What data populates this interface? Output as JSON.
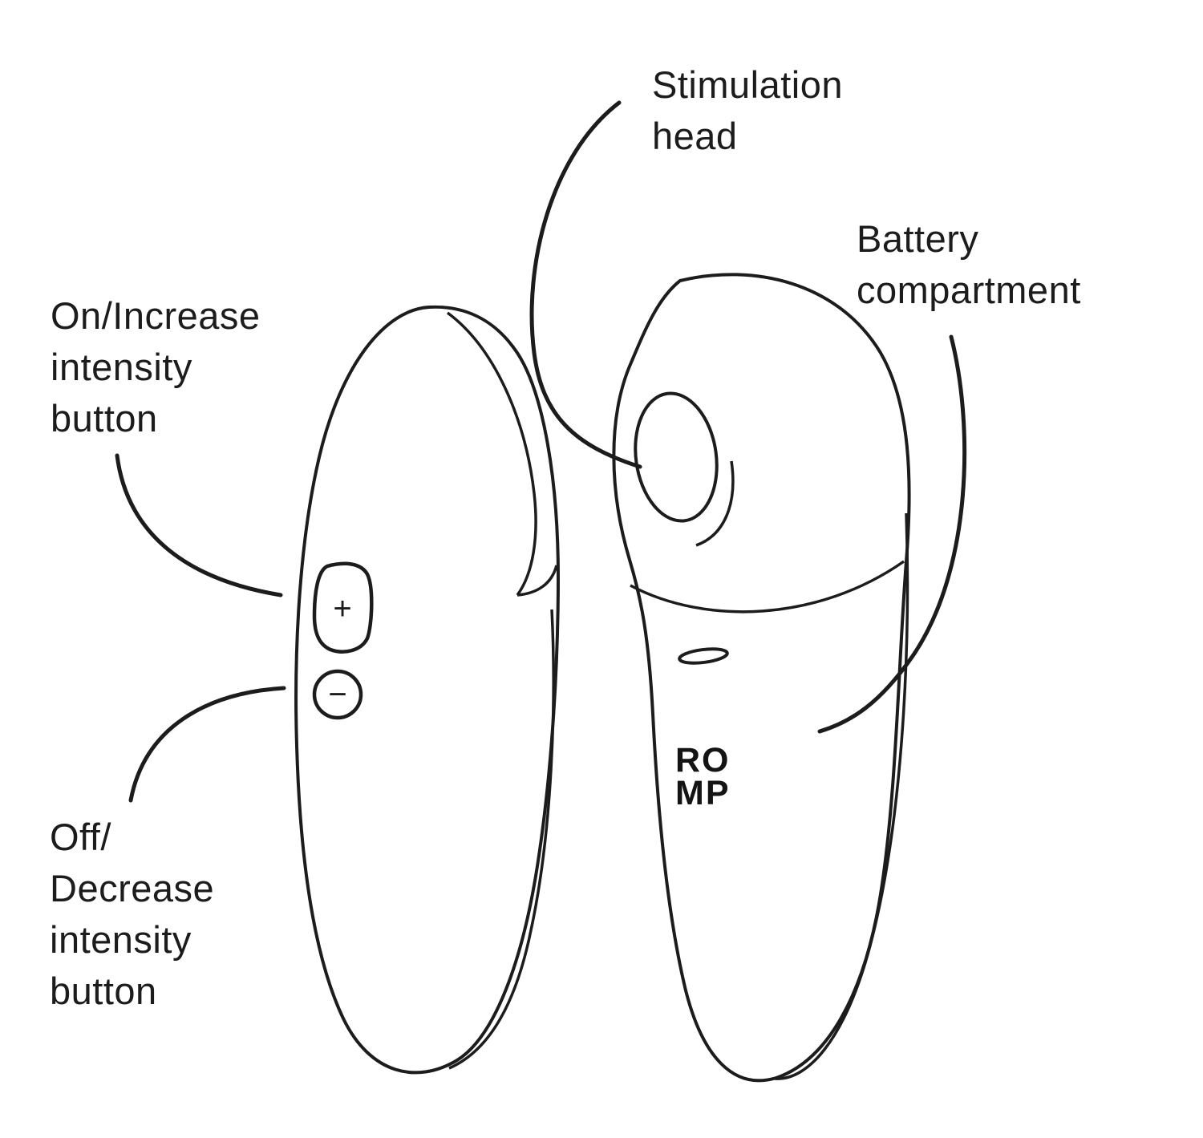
{
  "diagram": {
    "labels": {
      "stimulation_head": "Stimulation\nhead",
      "battery_compartment": "Battery\ncompartment",
      "on_increase": "On/Increase\nintensity\nbutton",
      "off_decrease": "Off/\nDecrease\nintensity\nbutton"
    },
    "device": {
      "brand": "RO\nMP",
      "plus_button_glyph": "+",
      "minus_button_glyph": "−"
    },
    "colors": {
      "line": "#1c1c1c",
      "background": "#ffffff"
    }
  }
}
